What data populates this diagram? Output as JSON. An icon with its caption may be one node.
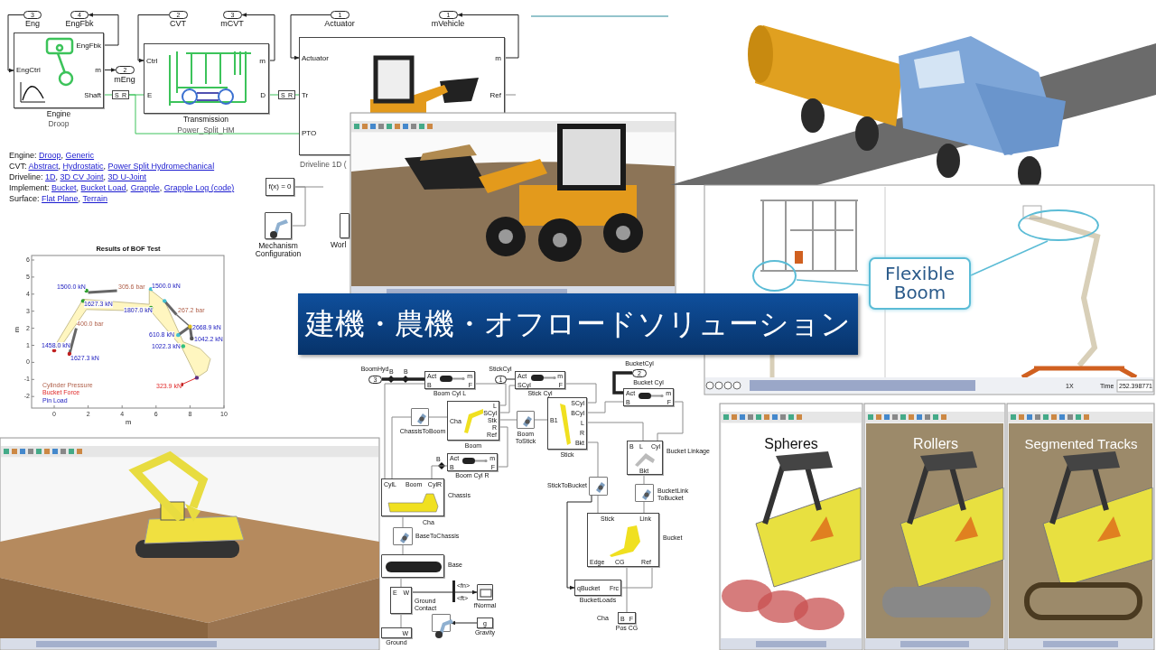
{
  "diagram": {
    "title": "建機・農機・オフロードソリューション",
    "nodes": [
      {
        "text": [
          "3"
        ],
        "beside": [
          "Eng"
        ]
      },
      {
        "text": [
          "4"
        ],
        "beside": [
          "EngFbk"
        ]
      },
      {
        "text": [
          "EngCtrl",
          "EngFbk",
          "m",
          "Shaft"
        ],
        "beside": [
          "Engine",
          "Droop"
        ]
      },
      {
        "text": [
          "2"
        ],
        "beside": [
          "mEng"
        ]
      },
      {
        "text": [
          "S",
          "R"
        ]
      },
      {
        "text": [
          "2"
        ],
        "beside": [
          "CVT"
        ]
      },
      {
        "text": [
          "3"
        ],
        "beside": [
          "mCVT"
        ]
      },
      {
        "text": [
          "Ctrl",
          "m",
          "E",
          "D"
        ],
        "beside": [
          "Transmission",
          "Power_Split_HM"
        ]
      },
      {
        "text": [
          "S",
          "R"
        ]
      },
      {
        "text": [
          "1"
        ],
        "beside": [
          "Actuator"
        ]
      },
      {
        "text": [
          "1"
        ],
        "beside": [
          "mVehicle"
        ]
      },
      {
        "text": [
          "Actuator",
          "Tr",
          "PTO",
          "m",
          "Ref"
        ],
        "beside": [
          "Driveline 1D ("
        ]
      },
      {
        "text": [
          "f(x) = 0"
        ]
      },
      {
        "text": [],
        "shape": "box",
        "beside": [
          "Mechanism Configuration"
        ]
      },
      {
        "text": [],
        "shape": "box",
        "beside": [
          "Worl"
        ]
      },
      {
        "text": [
          "3"
        ],
        "beside": [
          "BoomHyd"
        ]
      },
      {
        "text": [
          "Act",
          "B",
          "m",
          "F"
        ],
        "beside": [
          "Boom Cyl L"
        ]
      },
      {
        "text": [
          "1"
        ],
        "beside": [
          "StickCyl"
        ]
      },
      {
        "text": [
          "Act",
          "SCyl",
          "m",
          "F"
        ],
        "beside": [
          "Stick Cyl"
        ]
      },
      {
        "text": [
          "2"
        ],
        "beside": [
          "BucketCyl"
        ]
      },
      {
        "text": [
          "Act",
          "B",
          "m",
          "F"
        ],
        "beside": [
          "Bucket Cyl"
        ]
      },
      {
        "text": [],
        "shape": "box",
        "beside": [
          "ChassisToBoom"
        ]
      },
      {
        "text": [
          "Cha",
          "L",
          "SCyl",
          "Stk",
          "R",
          "Ref"
        ],
        "beside": [
          "Boom"
        ]
      },
      {
        "text": [],
        "shape": "box",
        "beside": [
          "Boom ToStick"
        ]
      },
      {
        "text": [
          "B1",
          "SCyl",
          "BCyl",
          "L",
          "R",
          "Bkt"
        ],
        "beside": [
          "Stick"
        ]
      },
      {
        "text": [
          "Act",
          "B",
          "m",
          "F"
        ],
        "beside": [
          "Boom Cyl R"
        ]
      },
      {
        "text": [
          "CylL",
          "Boom",
          "CylR"
        ],
        "beside": [
          "Chassis"
        ]
      },
      {
        "text": [],
        "shape": "box",
        "beside": [
          "BaseToChassis"
        ]
      },
      {
        "text": [],
        "shape": "box",
        "beside": [
          "Base"
        ]
      },
      {
        "text": [
          "E",
          "W"
        ],
        "beside": [
          "Ground Contact"
        ]
      },
      {
        "text": [],
        "shape": "box",
        "beside": [
          "fNormal"
        ]
      },
      {
        "text": [
          "g"
        ],
        "beside": [
          "Gravity"
        ]
      },
      {
        "text": [],
        "shape": "box"
      },
      {
        "text": [
          "W"
        ],
        "beside": [
          "Ground"
        ]
      },
      {
        "text": [
          "B",
          "L",
          "Cyl",
          "Bkt"
        ],
        "beside": [
          "Bucket Linkage"
        ]
      },
      {
        "text": [],
        "shape": "box",
        "beside": [
          "StickToBucket"
        ]
      },
      {
        "text": [],
        "shape": "box",
        "beside": [
          "BucketLink ToBucket"
        ]
      },
      {
        "text": [
          "Stick",
          "Link",
          "Edge",
          "CG",
          "Ref"
        ],
        "beside": [
          "Bucket"
        ]
      },
      {
        "text": [
          "qBucket",
          "Frc"
        ],
        "beside": [
          "BucketLoads"
        ]
      },
      {
        "text": [
          "B",
          "F"
        ],
        "beside": [
          "Pos CG"
        ]
      },
      {
        "text": [
          "Flexible Boom"
        ]
      },
      {
        "text": [],
        "shape": "ellipse"
      },
      {
        "text": [],
        "shape": "ellipse"
      }
    ],
    "edges": [
      {
        "from": 2,
        "to": 1,
        "arrow": "to",
        "color": "#222222"
      },
      {
        "from": 0,
        "to": 2,
        "arrow": "to",
        "color": "#222222"
      },
      {
        "from": 2,
        "to": 3,
        "arrow": "to",
        "color": "#222222"
      },
      {
        "from": 2,
        "to": 4,
        "arrow": "none",
        "color": "#3cc35a"
      },
      {
        "from": 4,
        "to": 7,
        "arrow": "none",
        "color": "#3cc35a"
      },
      {
        "from": 4,
        "to": 11,
        "arrow": "none",
        "color": "#3cc35a"
      },
      {
        "from": 5,
        "to": 7,
        "arrow": "to",
        "color": "#222222"
      },
      {
        "from": 7,
        "to": 6,
        "arrow": "to",
        "color": "#222222"
      },
      {
        "from": 7,
        "to": 8,
        "arrow": "none",
        "color": "#3cc35a"
      },
      {
        "from": 8,
        "to": 11,
        "arrow": "none",
        "color": "#3cc35a"
      },
      {
        "from": 9,
        "to": 11,
        "arrow": "to",
        "color": "#222222"
      },
      {
        "from": 11,
        "to": 10,
        "arrow": "to",
        "color": "#222222"
      },
      {
        "from": 11,
        "to": null,
        "arrow": "none"
      },
      {
        "from": 12,
        "to": 13,
        "arrow": "none"
      },
      {
        "from": 12,
        "to": null,
        "arrow": "none"
      },
      {
        "from": 15,
        "to": 16,
        "arrow": "none",
        "style": "thick",
        "color": "#222222"
      },
      {
        "from": 17,
        "to": 18,
        "arrow": "none",
        "color": "#222222"
      },
      {
        "from": 19,
        "to": 20,
        "arrow": "none",
        "style": "thick",
        "color": "#222222"
      },
      {
        "from": 21,
        "to": 22,
        "arrow": "none"
      },
      {
        "from": 22,
        "to": 23,
        "arrow": "none"
      },
      {
        "from": 23,
        "to": 24,
        "arrow": "none"
      },
      {
        "from": 16,
        "to": 22,
        "arrow": "none"
      },
      {
        "from": 18,
        "to": 24,
        "arrow": "none"
      },
      {
        "from": 22,
        "to": 18,
        "arrow": "none"
      },
      {
        "from": 24,
        "to": 20,
        "arrow": "none"
      },
      {
        "from": 25,
        "to": 22,
        "arrow": "none"
      },
      {
        "from": 26,
        "to": 21,
        "arrow": "none"
      },
      {
        "from": 26,
        "to": 16,
        "arrow": "none"
      },
      {
        "from": 26,
        "to": 25,
        "arrow": "none"
      },
      {
        "from": 26,
        "to": 27,
        "arrow": "none"
      },
      {
        "from": 27,
        "to": 28,
        "arrow": "none"
      },
      {
        "from": 28,
        "to": 29,
        "arrow": "none"
      },
      {
        "from": 29,
        "to": 30,
        "arrow": "to",
        "color": "#222222"
      },
      {
        "from": 31,
        "to": 32,
        "arrow": "to",
        "color": "#222222"
      },
      {
        "from": 29,
        "to": 33,
        "arrow": "none"
      },
      {
        "from": 24,
        "to": 35,
        "arrow": "none"
      },
      {
        "from": 24,
        "to": 34,
        "arrow": "none"
      },
      {
        "from": 20,
        "to": 34,
        "arrow": "none"
      },
      {
        "from": 34,
        "to": 36,
        "arrow": "none"
      },
      {
        "from": 35,
        "to": 37,
        "arrow": "none"
      },
      {
        "from": 36,
        "to": 37,
        "arrow": "none"
      },
      {
        "from": 35,
        "to": 38,
        "arrow": "to",
        "color": "#222222"
      },
      {
        "from": 38,
        "to": 37,
        "arrow": "none"
      },
      {
        "from": 37,
        "to": 39,
        "arrow": "none"
      },
      {
        "from": 40,
        "to": 41,
        "arrow": "none",
        "color": "#5bbcd6"
      },
      {
        "from": 40,
        "to": 42,
        "arrow": "none",
        "color": "#5bbcd6"
      }
    ],
    "labels": [
      "Engine: Droop, Generic",
      "CVT: Abstract, Hydrostatic, Power Split Hydromechanical",
      "Driveline: 1D, 3D CV Joint, 3D U-Joint",
      "Implement: Bucket, Bucket Load, Grapple, Grapple Log (code)",
      "Surface: Flat Plane, Terrain",
      "Results of BOF Test",
      "6",
      "5",
      "4",
      "3",
      "2",
      "1",
      "0",
      "-1",
      "-2",
      "m",
      "0",
      "2",
      "4",
      "6",
      "8",
      "10",
      "m",
      "1500.0 kN",
      "305.6 bar",
      "1500.0 kN",
      "1627.3 kN",
      "1807.0 kN",
      "267.2 bar",
      "400.0 bar",
      "2668.9 kN",
      "610.8 kN",
      "1042.2 kN",
      "1458.0 kN",
      "1022.3 kN",
      "1627.3 kN",
      "323.9 kN",
      "Cylinder Pressure",
      "Bucket Force",
      "Pin Load",
      "B",
      "B",
      "B",
      "Cha",
      "<fn>",
      "<ft>",
      "Cha",
      "1X",
      "Time",
      "252.398771",
      "Spheres",
      "Rollers",
      "Segmented Tracks"
    ]
  }
}
